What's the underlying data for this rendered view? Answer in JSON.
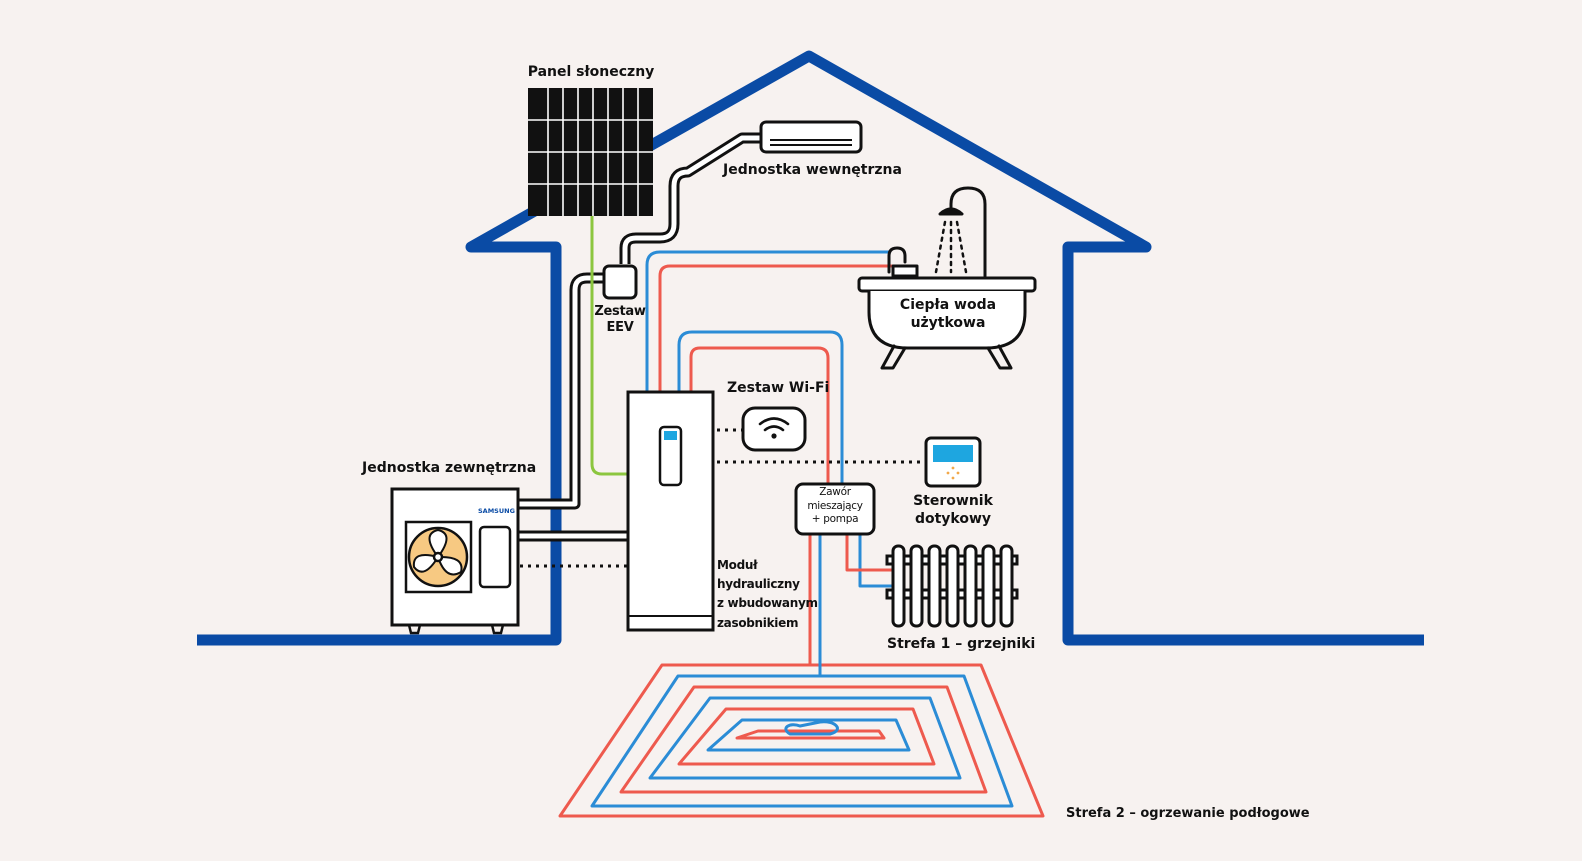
{
  "labels": {
    "solar_panel": "Panel słoneczny",
    "indoor_unit": "Jednostka wewnętrzna",
    "eev_kit": [
      "Zestaw",
      "EEV"
    ],
    "hot_water": [
      "Ciepła woda",
      "użytkowa"
    ],
    "wifi_kit": "Zestaw Wi-Fi",
    "outdoor_unit": "Jednostka zewnętrzna",
    "touch_controller": [
      "Sterownik",
      "dotykowy"
    ],
    "mixing_valve": [
      "Zawór",
      "mieszający",
      "+ pompa"
    ],
    "hydro_module": [
      "Moduł",
      "hydrauliczny",
      "z wbudowanym",
      "zasobnikiem"
    ],
    "zone1": "Strefa 1 – grzejniki",
    "zone2": "Strefa 2 – ogrzewanie podłogowe",
    "brand": "SAMSUNG"
  },
  "colors": {
    "house": "#0a4ba5",
    "hot_pipe": "#ee5a4e",
    "cold_pipe": "#2b8cd6",
    "solar_wire": "#8cc63f",
    "fan": "#f7c982",
    "screen": "#1ea6e0",
    "background": "#f7f2f0"
  }
}
